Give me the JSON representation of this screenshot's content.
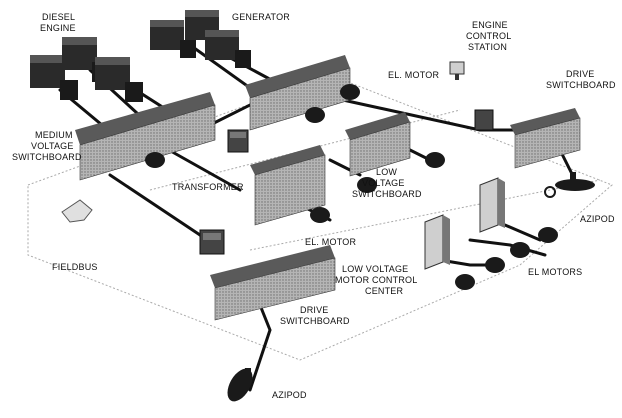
{
  "labels": {
    "diesel_engine": [
      "DIESEL",
      "ENGINE"
    ],
    "generator": "GENERATOR",
    "engine_control_station": [
      "ENGINE",
      "CONTROL",
      "STATION"
    ],
    "el_motor_top": "EL. MOTOR",
    "drive_switchboard_right": [
      "DRIVE",
      "SWITCHBOARD"
    ],
    "medium_voltage_switchboard": [
      "MEDIUM",
      "VOLTAGE",
      "SWITCHBOARD"
    ],
    "transformer": "TRANSFORMER",
    "low_voltage_switchboard": [
      "LOW",
      "VOLTAGE",
      "SWITCHBOARD"
    ],
    "azipod_right": "AZIPOD",
    "el_motor_mid": "EL. MOTOR",
    "fieldbus": "FIELDBUS",
    "low_voltage_mcc": [
      "LOW VOLTAGE",
      "MOTOR CONTROL",
      "CENTER"
    ],
    "el_motors": "EL MOTORS",
    "drive_switchboard_bottom": [
      "DRIVE",
      "SWITCHBOARD"
    ],
    "azipod_bottom": "AZIPOD"
  },
  "colors": {
    "cable": "#111111",
    "panel_face": "#9a9a9a",
    "panel_top": "#5a5a5a",
    "equipment": "#2a2a2a",
    "fieldbus_line": "#aaaaaa"
  }
}
